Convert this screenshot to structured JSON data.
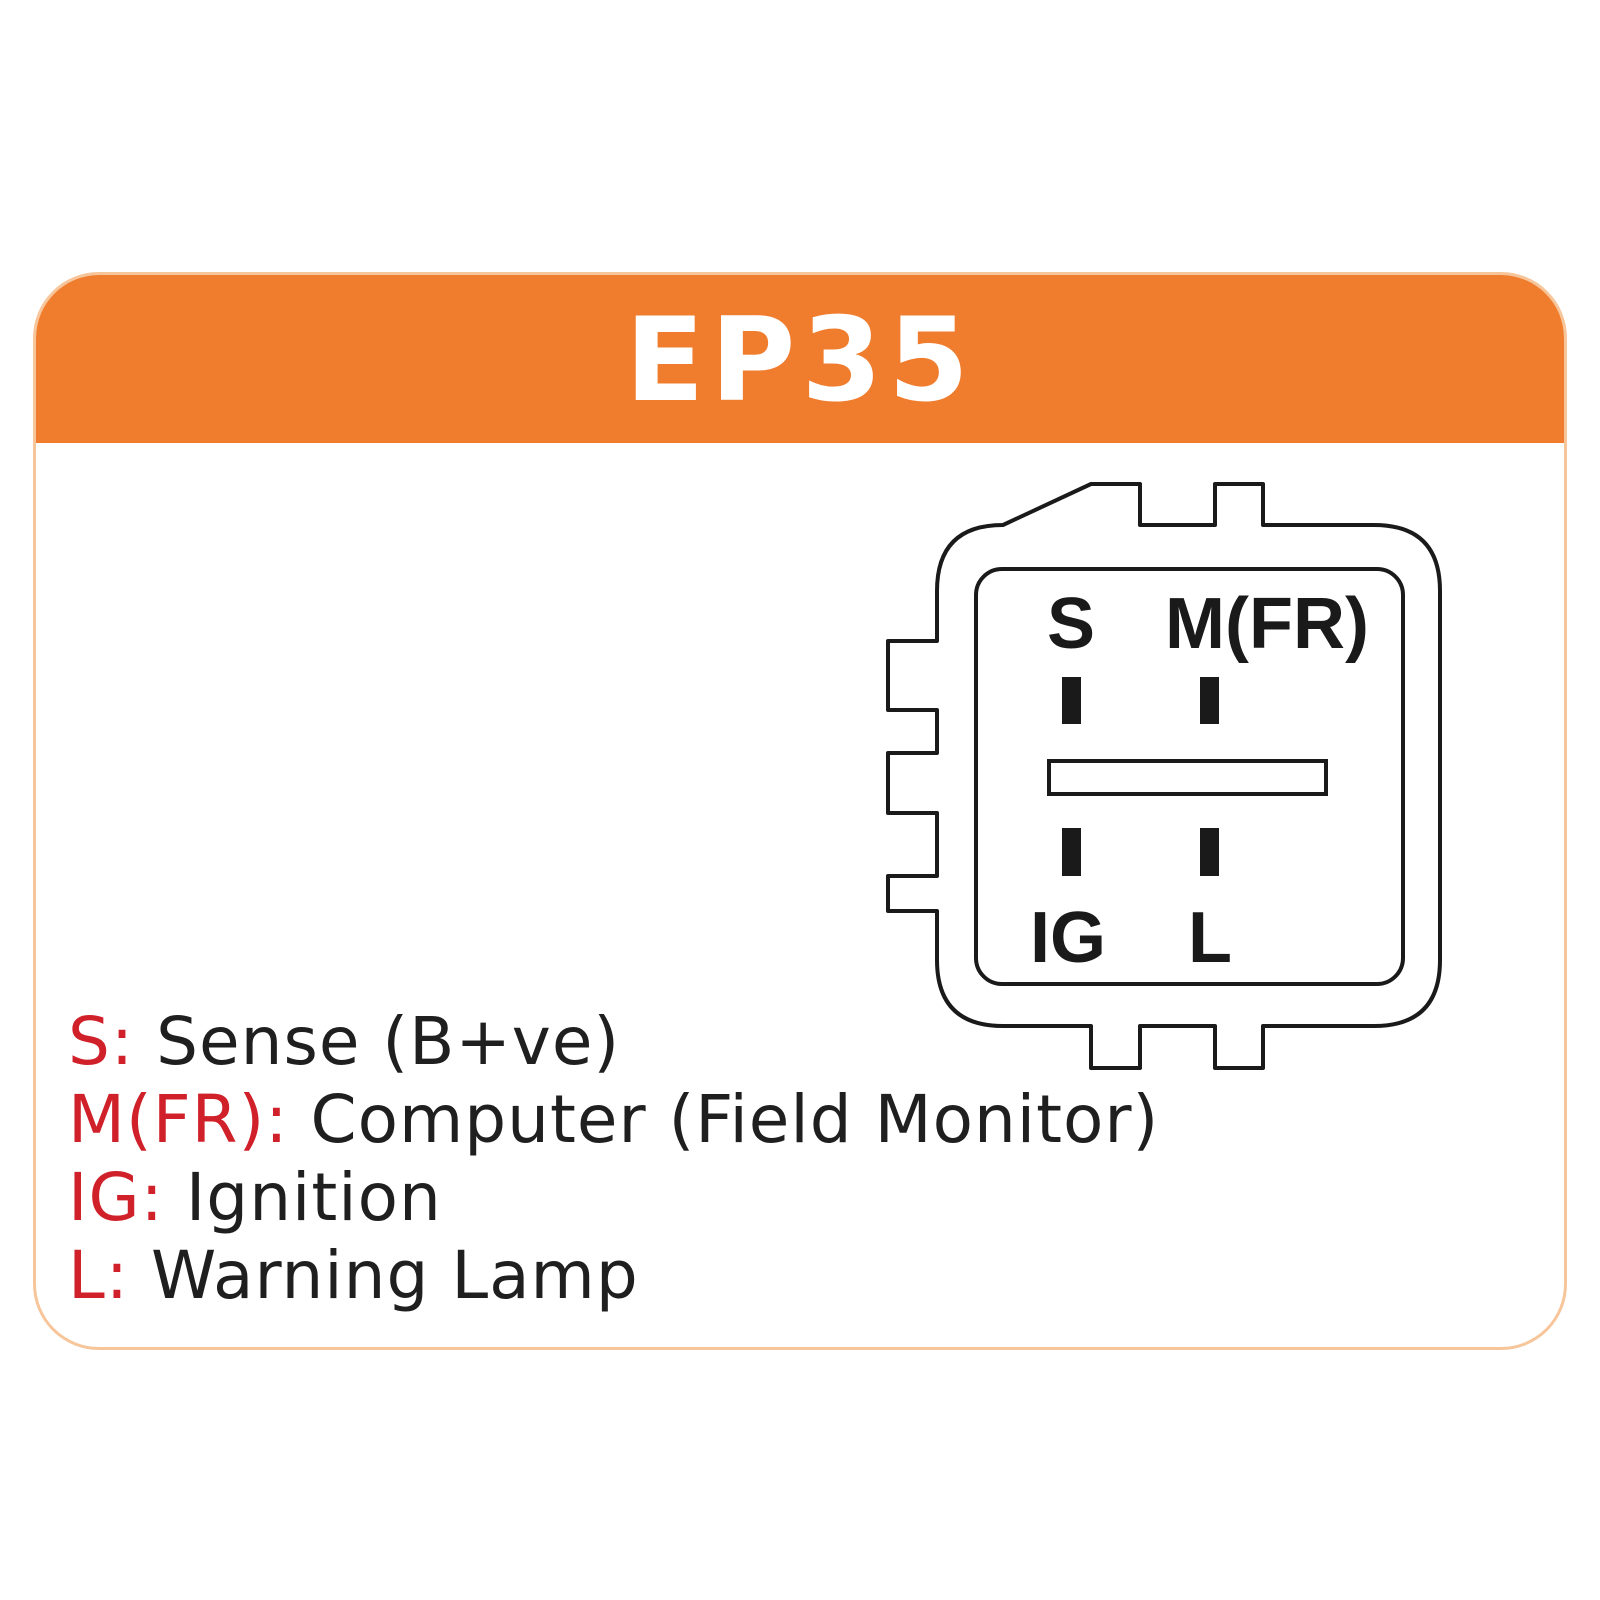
{
  "header": {
    "title": "EP35"
  },
  "colors": {
    "accent": "#f07c2e",
    "border": "#f7c59a",
    "key": "#d0212a",
    "text": "#1f1f1f"
  },
  "connector": {
    "pins": [
      {
        "label": "S"
      },
      {
        "label": "M(FR)"
      },
      {
        "label": "IG"
      },
      {
        "label": "L"
      }
    ]
  },
  "legend": [
    {
      "key": "S:",
      "description": "Sense (B+ve)"
    },
    {
      "key": "M(FR):",
      "description": "Computer (Field Monitor)"
    },
    {
      "key": "IG:",
      "description": "Ignition"
    },
    {
      "key": "L:",
      "description": "Warning Lamp"
    }
  ]
}
